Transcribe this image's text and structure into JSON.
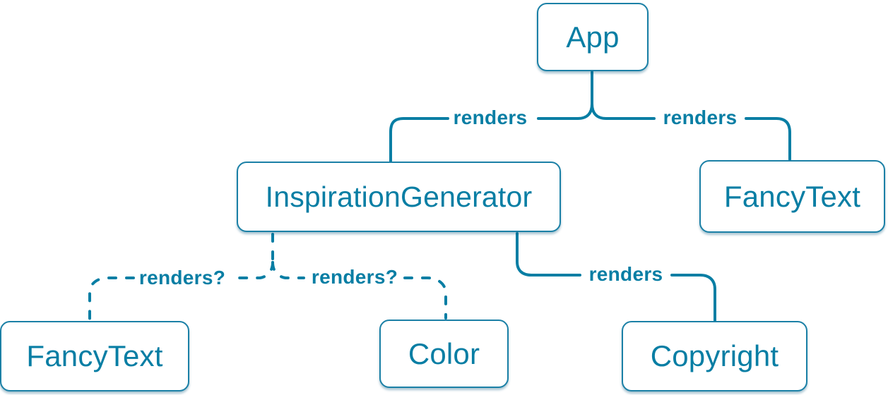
{
  "diagram": {
    "title": "React render tree diagram",
    "accent_color": "#087ea4",
    "node_background": "#ffffff",
    "nodes": {
      "app": {
        "label": "App"
      },
      "inspiration_generator": {
        "label": "InspirationGenerator"
      },
      "fancy_text_right": {
        "label": "FancyText"
      },
      "fancy_text_left": {
        "label": "FancyText"
      },
      "color": {
        "label": "Color"
      },
      "copyright": {
        "label": "Copyright"
      }
    },
    "edges": {
      "app_to_inspiration_generator": {
        "label": "renders",
        "style": "solid"
      },
      "app_to_fancy_text_right": {
        "label": "renders",
        "style": "solid"
      },
      "inspiration_generator_to_copyright": {
        "label": "renders",
        "style": "solid"
      },
      "inspiration_generator_to_fancy_text_left": {
        "label": "renders?",
        "style": "dashed"
      },
      "inspiration_generator_to_color": {
        "label": "renders?",
        "style": "dashed"
      }
    }
  }
}
